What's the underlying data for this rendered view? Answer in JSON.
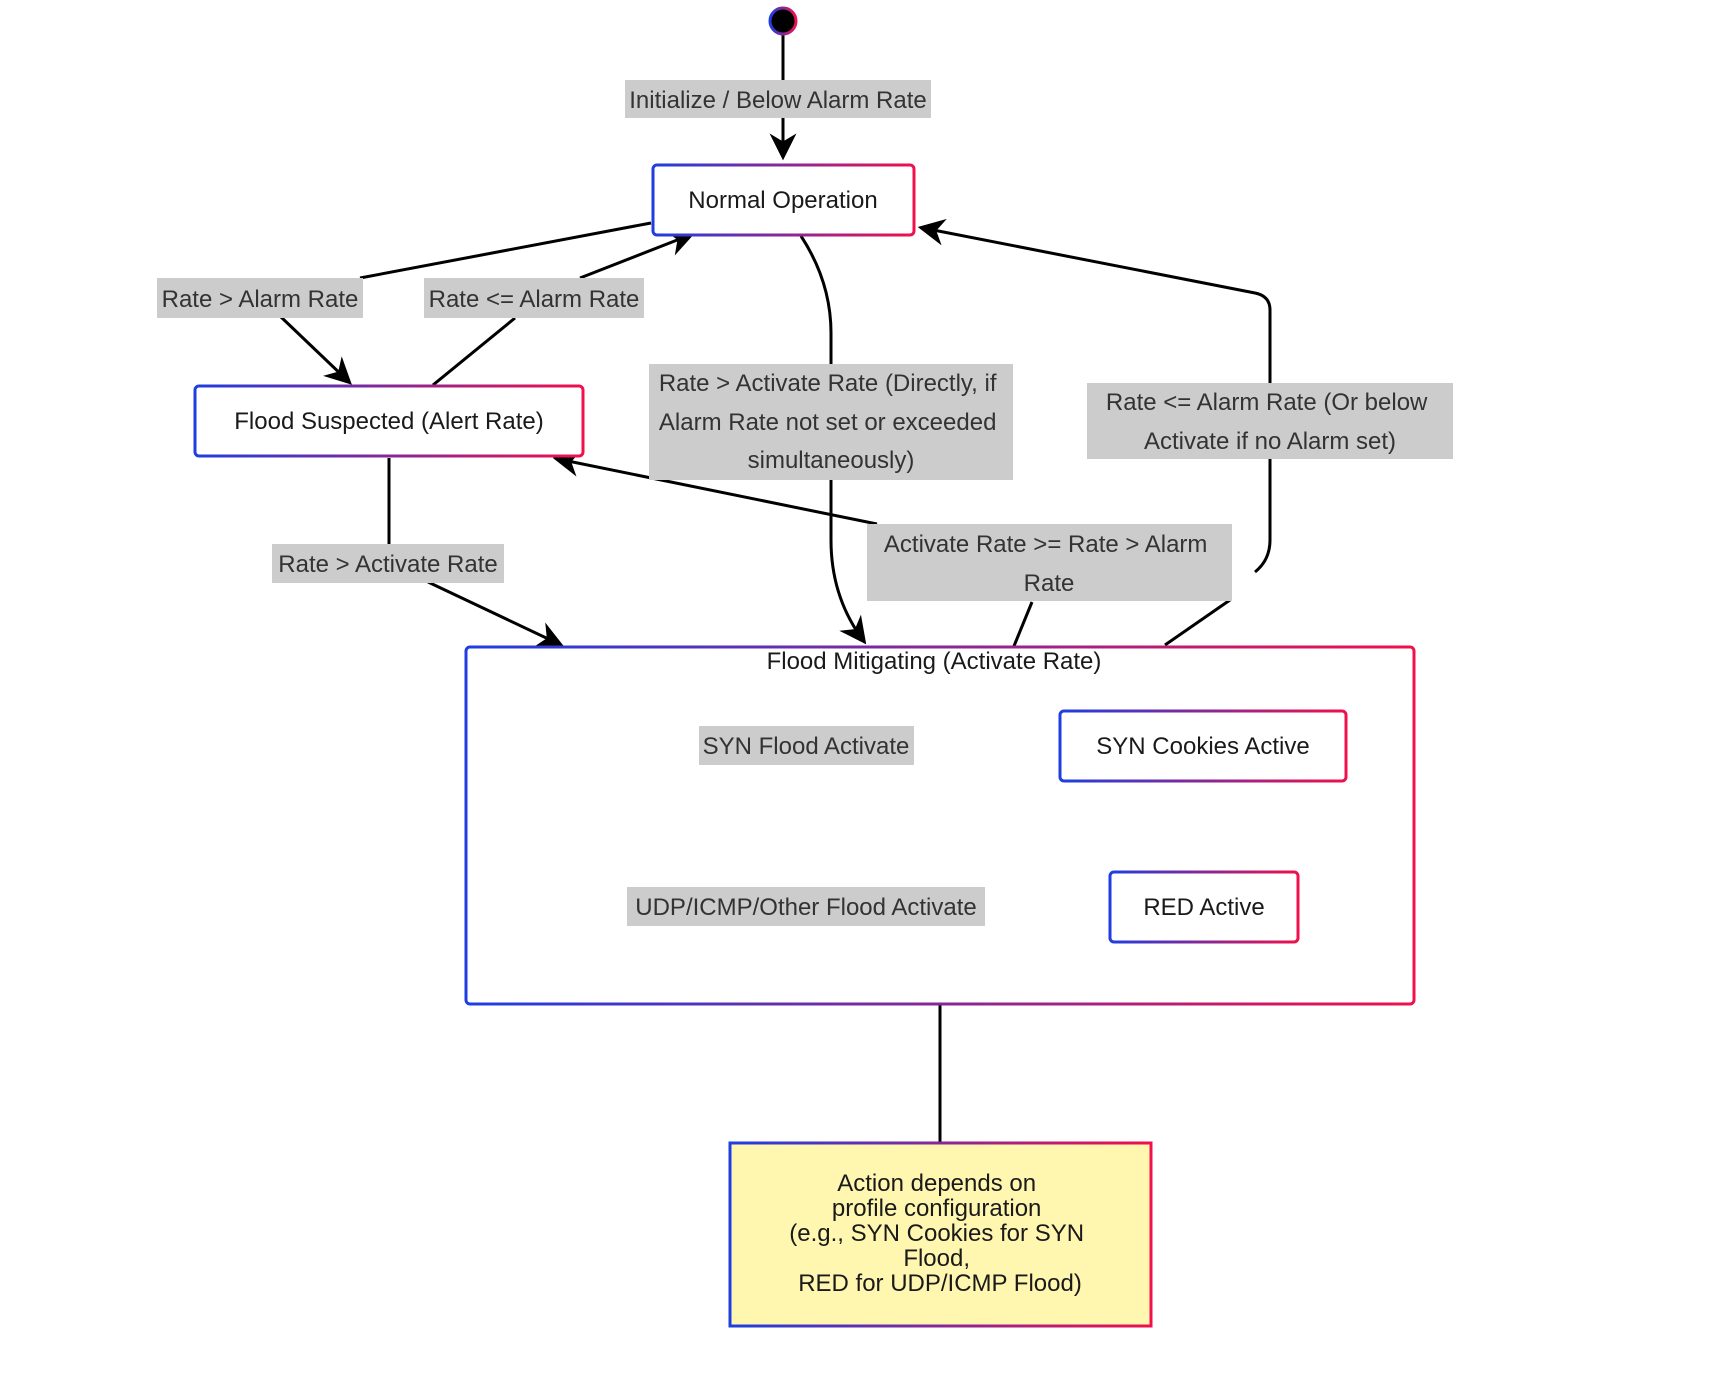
{
  "states": {
    "normal": "Normal Operation",
    "suspected": "Flood Suspected (Alert Rate)",
    "mitigating": "Flood Mitigating (Activate Rate)",
    "syn_cookies": "SYN Cookies Active",
    "red": "RED Active"
  },
  "transitions": {
    "init": "Initialize / Below Alarm Rate",
    "normal_to_suspected": "Rate > Alarm Rate",
    "suspected_to_normal": "Rate <= Alarm Rate",
    "normal_to_mitigating": [
      "Rate > Activate Rate (Directly, if",
      "Alarm Rate not set or exceeded",
      "simultaneously)"
    ],
    "mitigating_to_normal": [
      "Rate <= Alarm Rate (Or below",
      "Activate if no Alarm set)"
    ],
    "suspected_to_mitigating": "Rate > Activate Rate",
    "mitigating_to_suspected": [
      "Activate Rate >= Rate > Alarm",
      "Rate"
    ],
    "syn_flood": "SYN Flood Activate",
    "udp_flood": "UDP/ICMP/Other Flood Activate"
  },
  "note": [
    "Action depends on",
    "profile configuration",
    "(e.g., SYN Cookies for SYN",
    "Flood,",
    "RED for UDP/ICMP Flood)"
  ],
  "colors": {
    "border_start": "#1f3ee0",
    "border_end": "#f0104c",
    "label_bg": "#cccccc",
    "note_bg": "#fff6b0",
    "line": "#000000"
  }
}
